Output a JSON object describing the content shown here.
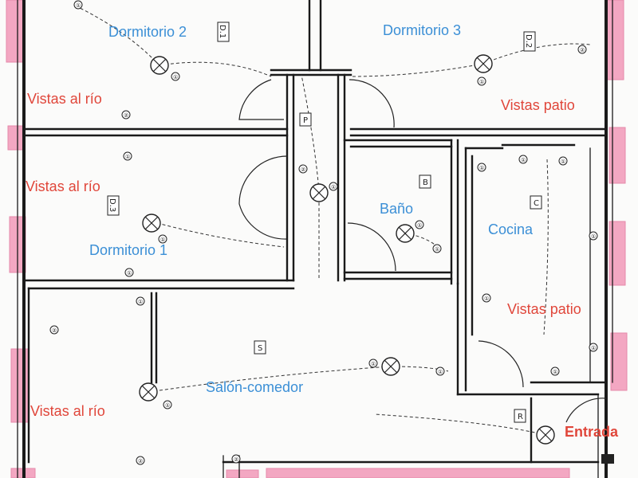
{
  "rooms": {
    "dormitorio_2": "Dormitorio 2",
    "dormitorio_3": "Dormitorio 3",
    "dormitorio_1": "Dormitorio 1",
    "bano": "Baño",
    "cocina": "Cocina",
    "salon": "Salón-comedor"
  },
  "views": {
    "rio_1": "Vistas al río",
    "rio_2": "Vistas al río",
    "rio_3": "Vistas al río",
    "patio_1": "Vistas patio",
    "patio_2": "Vistas patio"
  },
  "entrance": "Entrada",
  "codes": {
    "d1": "D.1",
    "d2": "D.2",
    "d3": "D.3",
    "p": "P",
    "b": "B",
    "c": "C",
    "s": "S",
    "r": "R"
  },
  "switch_label": "①",
  "switch_label_2": "②",
  "colors": {
    "room_label": "#3b8fd6",
    "view_label": "#e0463a",
    "window": "#f3a7c2"
  }
}
